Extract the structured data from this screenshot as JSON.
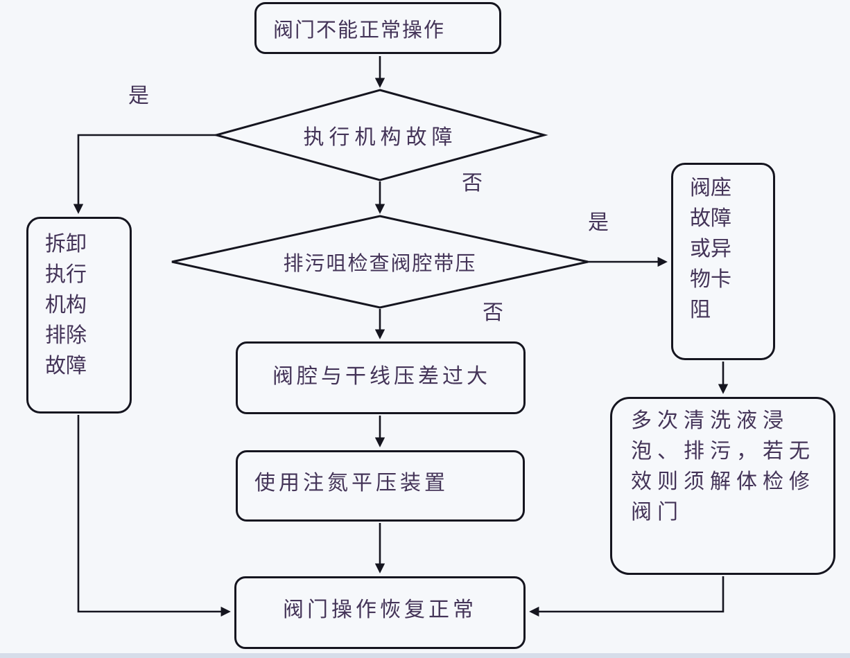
{
  "page": {
    "background_color": "#f5f7fa",
    "line_color": "#15151f",
    "text_color": "#443458",
    "bottom_band_color": "#d6dde9"
  },
  "nodes": {
    "start": {
      "label": "阀门不能正常操作"
    },
    "decision_actuator": {
      "label": "执行机构故障"
    },
    "decision_drain": {
      "label": "排污咀检查阀腔带压"
    },
    "box_disassemble": {
      "rows": [
        "拆卸",
        "执行",
        "机构",
        "排除",
        "故障"
      ]
    },
    "box_seat": {
      "rows": [
        "阀座",
        "故障",
        "或异",
        "物卡",
        "阻"
      ]
    },
    "box_pressure_diff": {
      "label": "阀腔与干线压差过大"
    },
    "box_nitrogen": {
      "label": "使用注氮平压装置"
    },
    "box_normal": {
      "label": "阀门操作恢复正常"
    },
    "box_soak": {
      "lines": [
        "多次清洗液浸",
        "泡、排污，若无",
        "效则须解体检修",
        "阀门"
      ]
    }
  },
  "labels": {
    "yes1": "是",
    "no1": "否",
    "yes2": "是",
    "no2": "否"
  }
}
